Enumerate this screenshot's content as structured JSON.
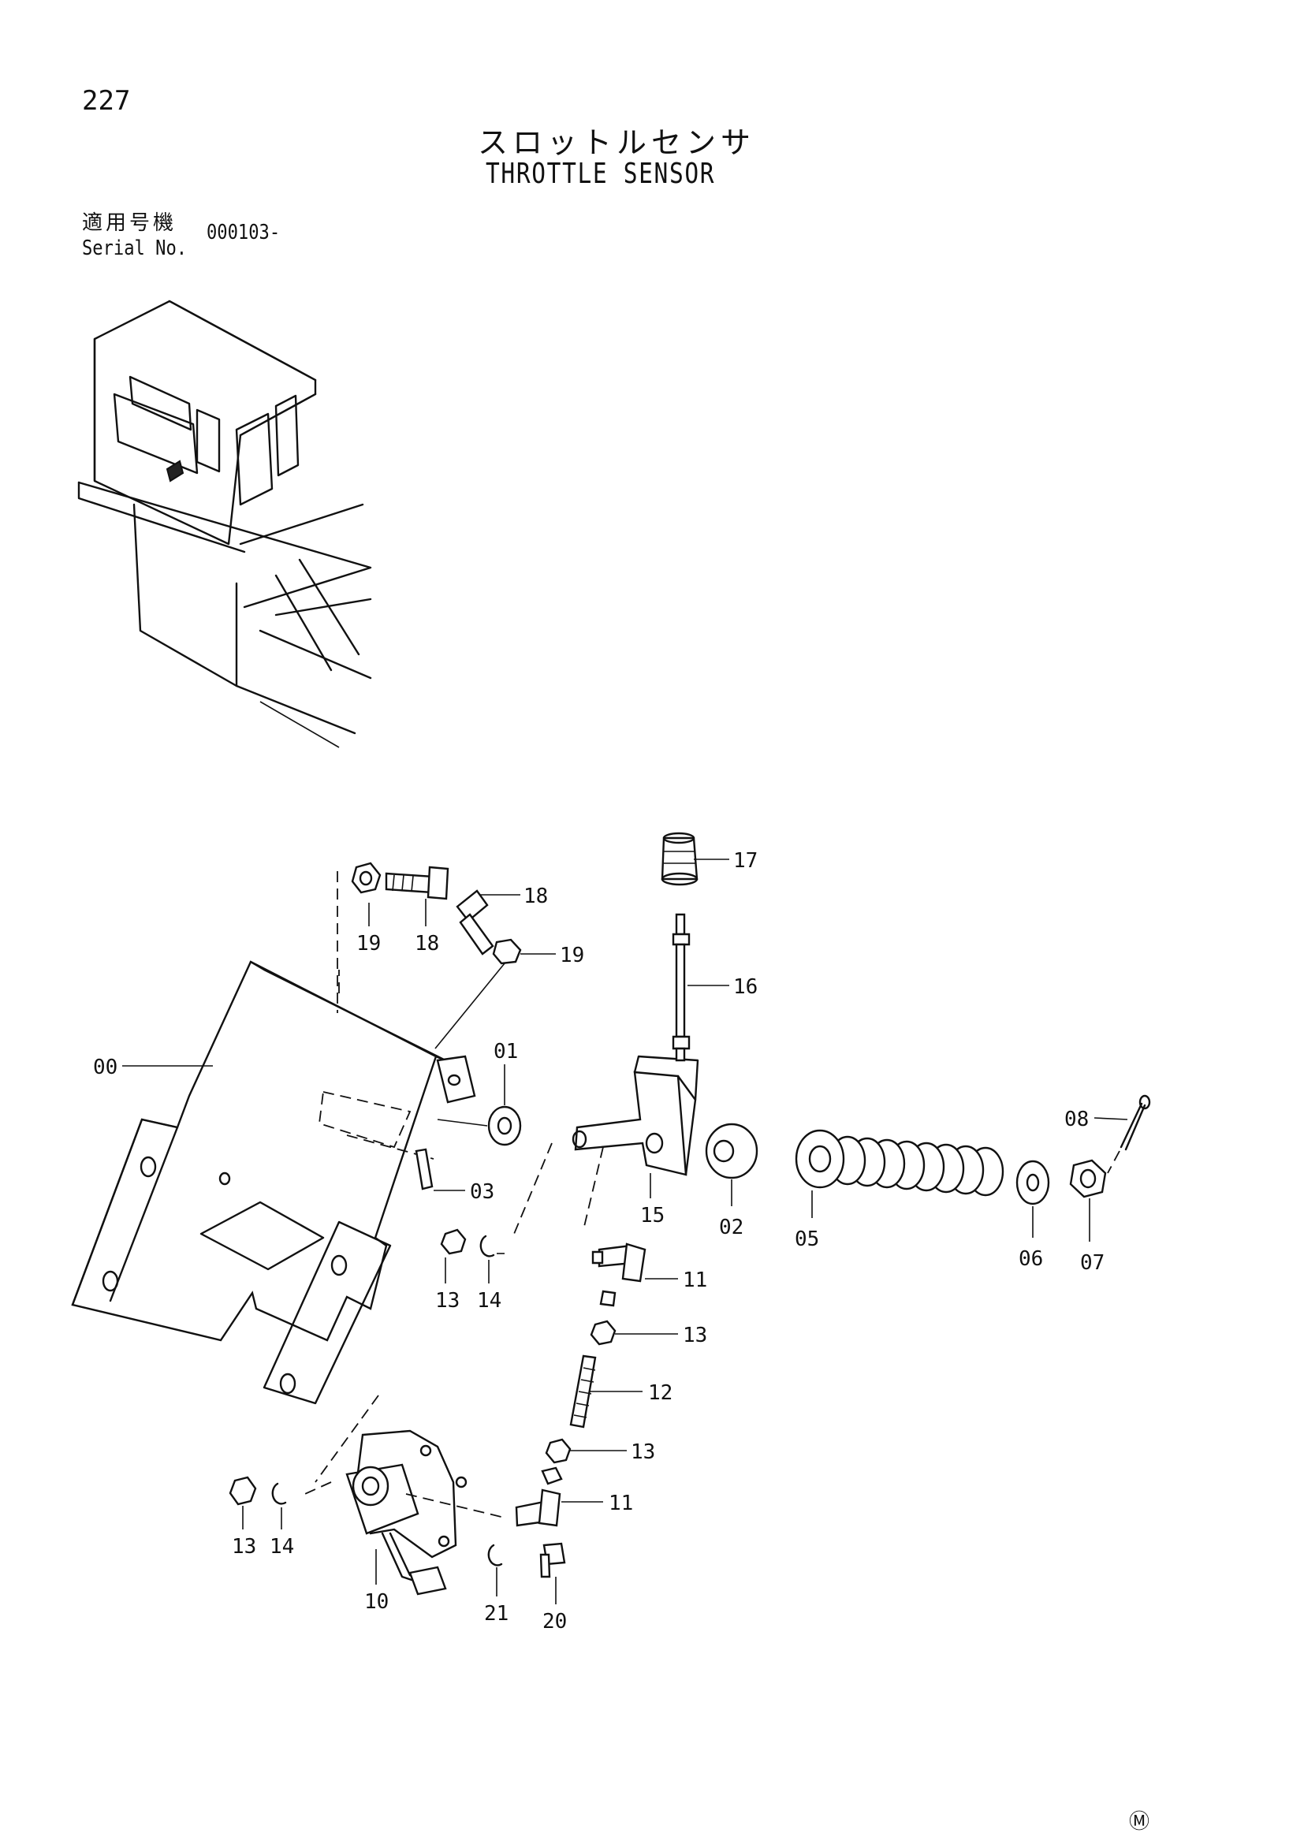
{
  "page_number": "227",
  "title_jp": "スロットルセンサ",
  "title_en": "THROTTLE SENSOR",
  "serial": {
    "label_jp": "適用号機",
    "label_en": "Serial No.",
    "value": "000103-"
  },
  "brand_mark": "Ⓜ",
  "callouts": [
    {
      "id": "c-00",
      "text": "00"
    },
    {
      "id": "c-01",
      "text": "01"
    },
    {
      "id": "c-02",
      "text": "02"
    },
    {
      "id": "c-03",
      "text": "03"
    },
    {
      "id": "c-05",
      "text": "05"
    },
    {
      "id": "c-06",
      "text": "06"
    },
    {
      "id": "c-07",
      "text": "07"
    },
    {
      "id": "c-08",
      "text": "08"
    },
    {
      "id": "c-10",
      "text": "10"
    },
    {
      "id": "c-11a",
      "text": "11"
    },
    {
      "id": "c-11b",
      "text": "11"
    },
    {
      "id": "c-12",
      "text": "12"
    },
    {
      "id": "c-13a",
      "text": "13"
    },
    {
      "id": "c-13b",
      "text": "13"
    },
    {
      "id": "c-13c",
      "text": "13"
    },
    {
      "id": "c-13d",
      "text": "13"
    },
    {
      "id": "c-14a",
      "text": "14"
    },
    {
      "id": "c-14b",
      "text": "14"
    },
    {
      "id": "c-15",
      "text": "15"
    },
    {
      "id": "c-16",
      "text": "16"
    },
    {
      "id": "c-17",
      "text": "17"
    },
    {
      "id": "c-18a",
      "text": "18"
    },
    {
      "id": "c-18b",
      "text": "18"
    },
    {
      "id": "c-19a",
      "text": "19"
    },
    {
      "id": "c-19b",
      "text": "19"
    },
    {
      "id": "c-20",
      "text": "20"
    },
    {
      "id": "c-21",
      "text": "21"
    }
  ]
}
